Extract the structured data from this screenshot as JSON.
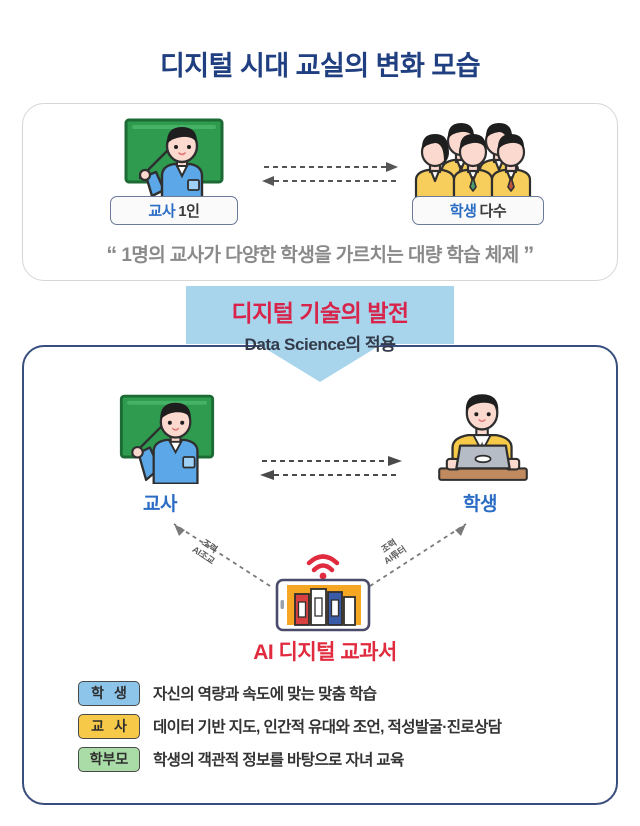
{
  "title": "디지털 시대 교실의 변화 모습",
  "panel_traditional": {
    "teacher_label": {
      "highlight": "교사",
      "rest": "1인"
    },
    "students_label": {
      "highlight": "학생",
      "rest": "다수"
    },
    "caption_open_quote": "“",
    "caption": "1명의 교사가 다양한 학생을 가르치는 대량 학습 체제",
    "caption_close_quote": "”"
  },
  "transition": {
    "headline": "디지털 기술의 발전",
    "subline": "Data Science의 적용",
    "headline_color": "#D8234A",
    "arrow_color": "#A8D5EC"
  },
  "panel_digital": {
    "teacher_label": "교사",
    "student_label": "학생",
    "center_label": "AI 디지털 교과서",
    "left_connector": {
      "line1": "조력",
      "line2": "AI조교"
    },
    "right_connector": {
      "line1": "조력",
      "line2": "AI튜터"
    },
    "legend": [
      {
        "badge": "학 생",
        "badge_color": "#8CC4EA",
        "text": "자신의 역량과 속도에 맞는 맞춤 학습"
      },
      {
        "badge": "교 사",
        "badge_color": "#F7C948",
        "text": "데이터 기반 지도, 인간적 유대와 조언, 적성발굴·진로상담"
      },
      {
        "badge": "학부모",
        "badge_color": "#A9DCA6",
        "text": "학생의 객관적 정보를 바탕으로 자녀 교육"
      }
    ]
  },
  "colors": {
    "title": "#1F3F80",
    "panel_border": "#384E7E",
    "accent_blue": "#2B6CC4",
    "accent_red": "#E02B3F"
  }
}
